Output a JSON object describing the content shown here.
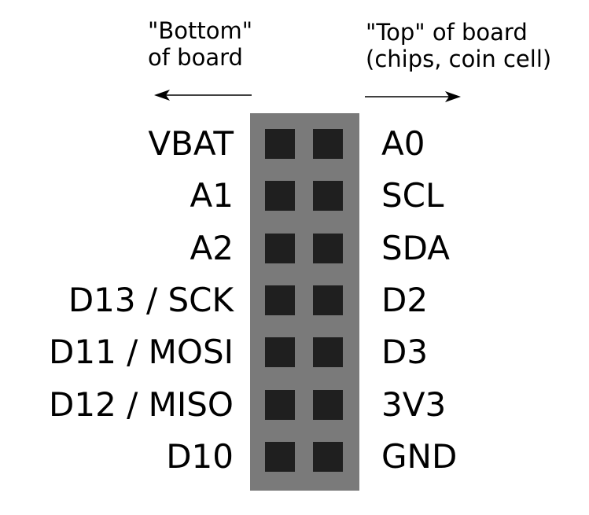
{
  "header": {
    "left_line1": "\"Bottom\"",
    "left_line2": "of board",
    "right_line1": "\"Top\" of board",
    "right_line2": "(chips, coin cell)"
  },
  "colors": {
    "board": "#7a7a7a",
    "pin": "#1f1f1f",
    "text": "#000000"
  },
  "pins": [
    {
      "left": "VBAT",
      "right": "A0"
    },
    {
      "left": "A1",
      "right": "SCL"
    },
    {
      "left": "A2",
      "right": "SDA"
    },
    {
      "left": "D13 / SCK",
      "right": "D2"
    },
    {
      "left": "D11 / MOSI",
      "right": "D3"
    },
    {
      "left": "D12 / MISO",
      "right": "3V3"
    },
    {
      "left": "D10",
      "right": "GND"
    }
  ]
}
